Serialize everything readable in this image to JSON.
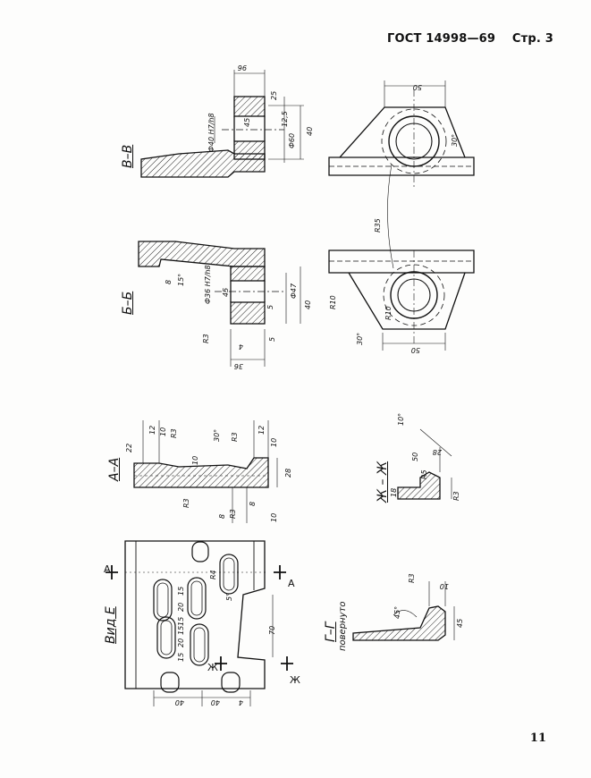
{
  "header": {
    "standard": "ГОСТ 14998—69",
    "page_label": "Стр. 3"
  },
  "page_number": "11",
  "sections": {
    "vv": "В–В",
    "bb": "Б–Б",
    "aa": "А–А",
    "zhzh": "Ж – Ж",
    "gg": "Г–Г",
    "gg_sub": "повернуто",
    "view_e": "Вид Е"
  },
  "markers": {
    "a": "А",
    "zh": "Ж"
  },
  "dims": {
    "vv": [
      "96",
      "25",
      "45",
      "12,5",
      "40",
      "Ф40 H7/h8",
      "Ф60"
    ],
    "bb": [
      "8",
      "15°",
      "Ф36 H7/h8",
      "45",
      "5",
      "Ф47",
      "40",
      "R3",
      "5",
      "4",
      "36"
    ],
    "aa": [
      "12",
      "10",
      "22",
      "R3",
      "30°",
      "R3",
      "12",
      "10",
      "10",
      "28",
      "8",
      "R3",
      "R3",
      "8",
      "10"
    ],
    "view": [
      "15",
      "20",
      "15",
      "15",
      "20",
      "15",
      "R4",
      "5°",
      "70",
      "40",
      "40",
      "4"
    ],
    "top_view_right": [
      "50",
      "30°",
      "R35",
      "R10",
      "R10",
      "30°",
      "50"
    ],
    "zhzh": [
      "10°",
      "28",
      "50",
      "R5",
      "18",
      "R3"
    ],
    "gg": [
      "R3",
      "10",
      "45°",
      "45"
    ]
  }
}
